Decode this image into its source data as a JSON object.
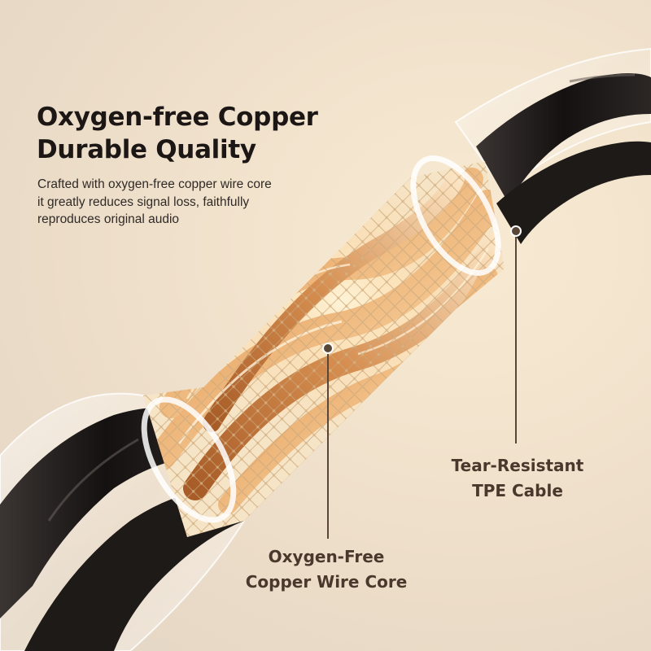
{
  "headline": {
    "line1": "Oxygen-free Copper",
    "line2": "Durable Quality"
  },
  "description": {
    "line1": "Crafted with oxygen-free copper wire core",
    "line2": "it greatly reduces signal loss, faithfully",
    "line3": "reproduces original audio"
  },
  "callouts": {
    "tpe": {
      "line1": "Tear-Resistant",
      "line2": "TPE Cable"
    },
    "copper": {
      "line1": "Oxygen-Free",
      "line2": "Copper Wire Core"
    }
  },
  "colors": {
    "background": "#f2e3cd",
    "headline_text": "#1c1715",
    "callout_text": "#4a382c",
    "cable_black": "#1e1a18",
    "copper": "#e2a064",
    "leader_line": "#5a4638"
  }
}
